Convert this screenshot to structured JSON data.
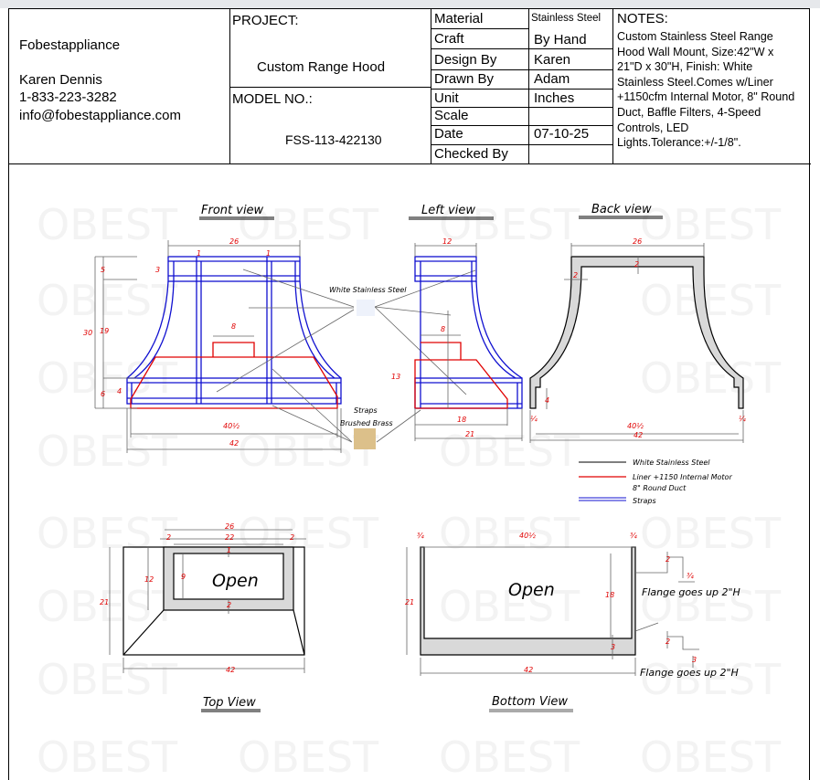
{
  "company": {
    "name": "Fobestappliance",
    "contact": "Karen Dennis",
    "phone": "1-833-223-3282",
    "email": "info@fobestappliance.com"
  },
  "project": {
    "label": "PROJECT:",
    "value": "Custom Range Hood"
  },
  "model": {
    "label": "MODEL NO.:",
    "value": "FSS-113-422130"
  },
  "specs": [
    {
      "label": "Material",
      "value": "Stainless Steel"
    },
    {
      "label": "Craft",
      "value": "By Hand"
    },
    {
      "label": "Design By",
      "value": "Karen"
    },
    {
      "label": "Drawn By",
      "value": "Adam"
    },
    {
      "label": "Unit",
      "value": "Inches"
    },
    {
      "label": "Scale",
      "value": ""
    },
    {
      "label": "Date",
      "value": "07-10-25"
    },
    {
      "label": "Checked By",
      "value": ""
    }
  ],
  "notes": {
    "label": "NOTES:",
    "text": "Custom Stainless Steel Range Hood Wall Mount, Size:42\"W x 21\"D x 30\"H, Finish: White Stainless Steel.Comes w/Liner +1150cfm Internal Motor, 8\" Round Duct, Baffle Filters, 4-Speed Controls, LED Lights.Tolerance:+/-1/8\"."
  },
  "views": {
    "front": "Front view",
    "left": "Left view",
    "back": "Back view",
    "top": "Top View",
    "bottom": "Bottom View"
  },
  "callouts": {
    "steel": "White Stainless Steel",
    "straps": "Straps",
    "brass": "Brushed Brass",
    "open": "Open",
    "flange": "Flange goes up 2\"H"
  },
  "legend": [
    {
      "label": "White Stainless Steel",
      "color": "#333333"
    },
    {
      "label": "Liner +1150 Internal Motor",
      "label2": "8\" Round Duct",
      "color": "#e00000"
    },
    {
      "label": "Straps",
      "color": "#1010d0"
    }
  ],
  "dims": {
    "d26": "26",
    "d1": "1",
    "d5": "5",
    "d3": "3",
    "d30": "30",
    "d19": "19",
    "d8": "8",
    "d4": "4",
    "d6": "6",
    "d13": "13",
    "d40": "40½",
    "d42": "42",
    "d12": "12",
    "d18": "18",
    "d21": "21",
    "d2": "2",
    "d34": "¾",
    "d14": "¼",
    "d22": "22",
    "d9": "9"
  },
  "watermark": "OBEST",
  "colors": {
    "straps": "#1010d0",
    "liner": "#e00000",
    "steel": "#d9d9d9",
    "brass": "#dcc08a"
  }
}
